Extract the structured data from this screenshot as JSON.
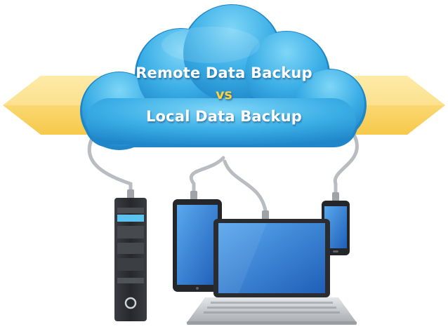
{
  "title": {
    "line1": "Remote Data Backup",
    "vs": "vs",
    "line2": "Local Data Backup"
  },
  "colors": {
    "cloud": "#3aaee6",
    "cloud_highlight": "#7fd6f7",
    "arrow": "#fbd86a",
    "vs_text": "#ffd23a",
    "cable": "#b9bcc0",
    "device_dark": "#2b2d31",
    "screen": "#2f7fd4",
    "server_accent": "#5bc3ef"
  },
  "devices": [
    {
      "icon": "server-tower-icon"
    },
    {
      "icon": "tablet-icon"
    },
    {
      "icon": "laptop-icon"
    },
    {
      "icon": "smartphone-icon"
    }
  ]
}
